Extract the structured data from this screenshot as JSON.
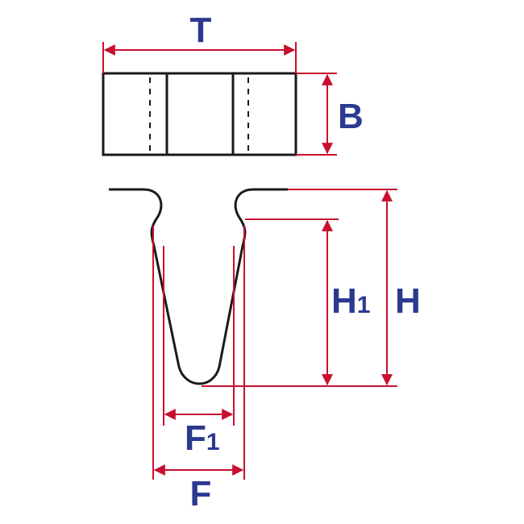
{
  "labels": {
    "T": "T",
    "B": "B",
    "H": "H",
    "H1_main": "H",
    "H1_sub": "1",
    "F": "F",
    "F1_main": "F",
    "F1_sub": "1"
  },
  "colors": {
    "outline": "#1a1a1a",
    "dimension": "#c8102e",
    "label": "#2b3990"
  }
}
